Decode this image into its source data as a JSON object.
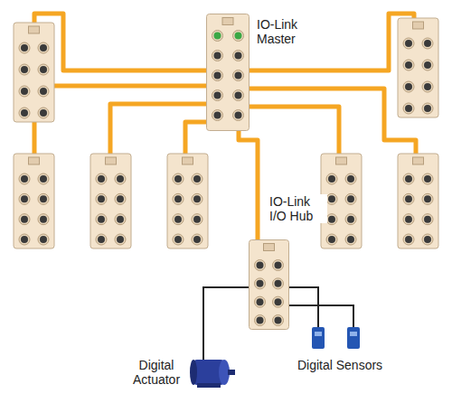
{
  "diagram": {
    "nodes": [
      {
        "text": [
          "IO-Link Master"
        ]
      },
      {
        "text": [
          "IO-Link I/O Hub"
        ]
      }
    ],
    "edges": [
      {
        "from": 0,
        "to": 1,
        "arrow": "none"
      }
    ],
    "labels": [
      "Digital Actuator",
      "Digital Sensors"
    ]
  }
}
